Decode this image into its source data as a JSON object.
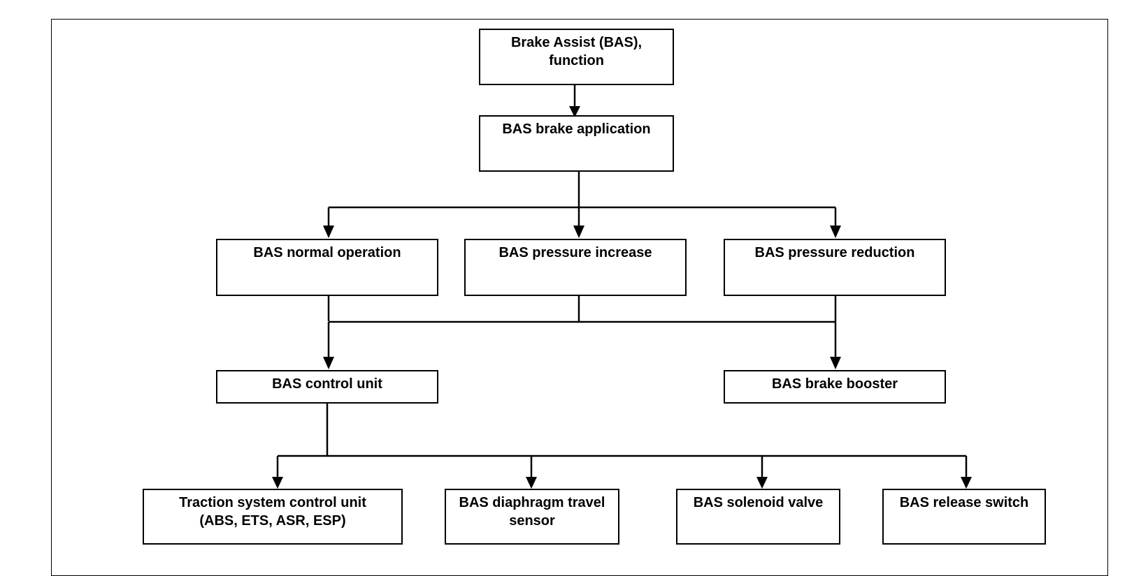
{
  "colors": {
    "line": "#000000",
    "background": "#ffffff",
    "text": "#000000"
  },
  "nodes": {
    "root": {
      "lines": [
        "Brake Assist (BAS),",
        "function"
      ]
    },
    "brake_application": {
      "lines": [
        "BAS brake application"
      ]
    },
    "normal_operation": {
      "lines": [
        "BAS normal operation"
      ]
    },
    "pressure_increase": {
      "lines": [
        "BAS pressure increase"
      ]
    },
    "pressure_reduction": {
      "lines": [
        "BAS pressure reduction"
      ]
    },
    "control_unit": {
      "lines": [
        "BAS control unit"
      ]
    },
    "brake_booster": {
      "lines": [
        "BAS brake booster"
      ]
    },
    "traction_control_unit": {
      "lines": [
        "Traction system control unit",
        "(ABS, ETS, ASR, ESP)"
      ]
    },
    "diaphragm_sensor": {
      "lines": [
        "BAS diaphragm travel",
        "sensor"
      ]
    },
    "solenoid_valve": {
      "lines": [
        "BAS solenoid valve"
      ]
    },
    "release_switch": {
      "lines": [
        "BAS release switch"
      ]
    }
  },
  "edges": [
    {
      "from": "root",
      "to": "brake_application"
    },
    {
      "from": "brake_application",
      "to": "normal_operation"
    },
    {
      "from": "brake_application",
      "to": "pressure_increase"
    },
    {
      "from": "brake_application",
      "to": "pressure_reduction"
    },
    {
      "from": "normal_operation",
      "to": "control_unit"
    },
    {
      "from": "pressure_increase",
      "to": "control_unit"
    },
    {
      "from": "pressure_reduction",
      "to": "control_unit"
    },
    {
      "from": "normal_operation",
      "to": "brake_booster"
    },
    {
      "from": "pressure_increase",
      "to": "brake_booster"
    },
    {
      "from": "pressure_reduction",
      "to": "brake_booster"
    },
    {
      "from": "control_unit",
      "to": "traction_control_unit"
    },
    {
      "from": "control_unit",
      "to": "diaphragm_sensor"
    },
    {
      "from": "control_unit",
      "to": "solenoid_valve"
    },
    {
      "from": "control_unit",
      "to": "release_switch"
    }
  ]
}
